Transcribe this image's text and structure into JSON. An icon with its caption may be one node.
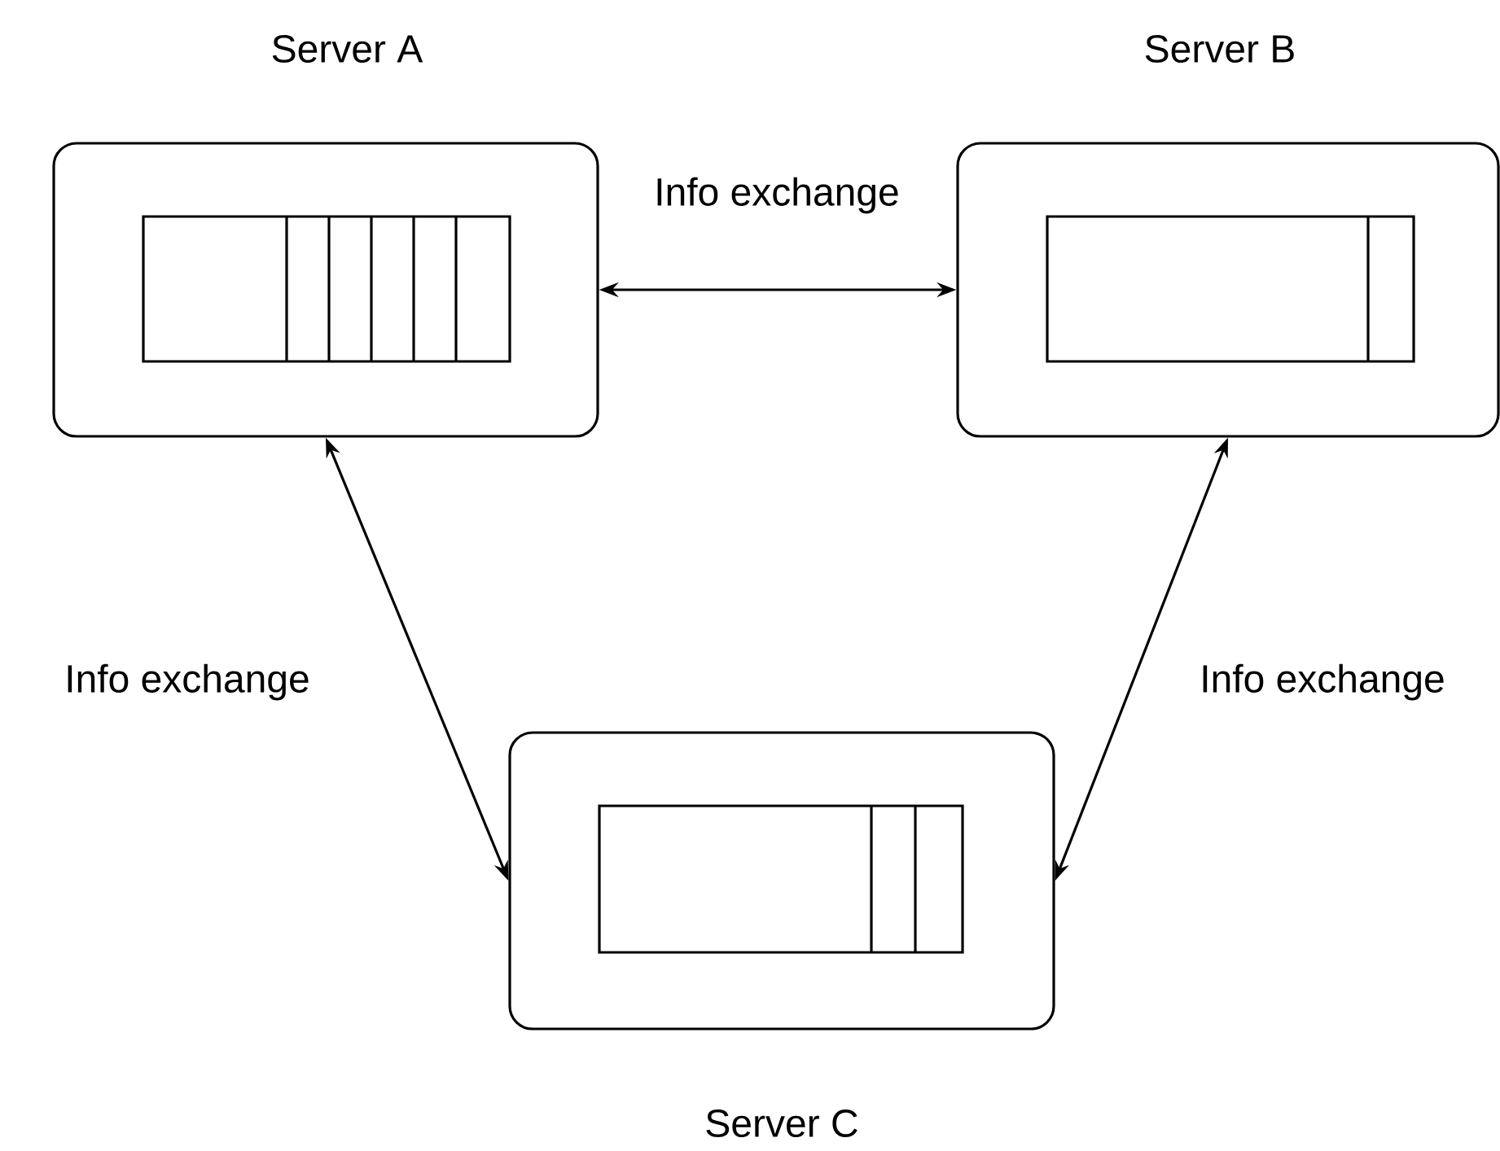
{
  "diagram": {
    "nodes": [
      {
        "text": [
          "Server A"
        ]
      },
      {
        "text": [
          "Server B"
        ]
      },
      {
        "text": [
          "Server C"
        ]
      }
    ],
    "edges": [
      {
        "from": 0,
        "to": 1,
        "arrow": "both",
        "label": "Info exchange"
      },
      {
        "from": 0,
        "to": 2,
        "arrow": "both",
        "label": "Info exchange"
      },
      {
        "from": 1,
        "to": 2,
        "arrow": "both",
        "label": "Info exchange"
      }
    ]
  }
}
